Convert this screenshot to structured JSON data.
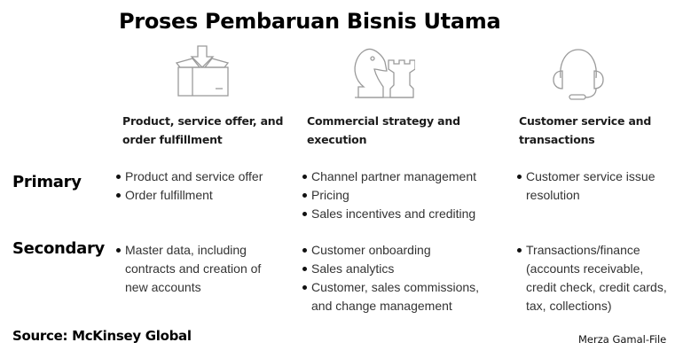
{
  "title": "Proses Pembaruan Bisnis Utama",
  "columns": [
    {
      "icon": "box-with-arrow-icon",
      "heading_line1": "Product, service offer, and",
      "heading_line2": "order fulfillment"
    },
    {
      "icon": "chess-pieces-icon",
      "heading_line1": "Commercial strategy and",
      "heading_line2": "execution"
    },
    {
      "icon": "headset-icon",
      "heading_line1": "Customer service and",
      "heading_line2": "transactions"
    }
  ],
  "rows": {
    "primary": {
      "label": "Primary",
      "cells": [
        [
          "Product and service offer",
          "Order fulfillment"
        ],
        [
          "Channel partner management",
          "Pricing",
          "Sales incentives and crediting"
        ],
        [
          "Customer service issue resolution"
        ]
      ]
    },
    "secondary": {
      "label": "Secondary",
      "cells": [
        [
          "Master data, including contracts and creation of new accounts"
        ],
        [
          "Customer onboarding",
          "Sales analytics",
          "Customer, sales commissions, and change management"
        ],
        [
          "Transactions/finance (accounts receivable, credit check, credit cards, tax, collections)"
        ]
      ]
    }
  },
  "footer": {
    "source": "Source: McKinsey Global",
    "credit": "Merza Gamal-File"
  },
  "colors": {
    "icon_stroke": "#9a9a9a",
    "text": "#333333",
    "heading": "#1c1c1c"
  }
}
